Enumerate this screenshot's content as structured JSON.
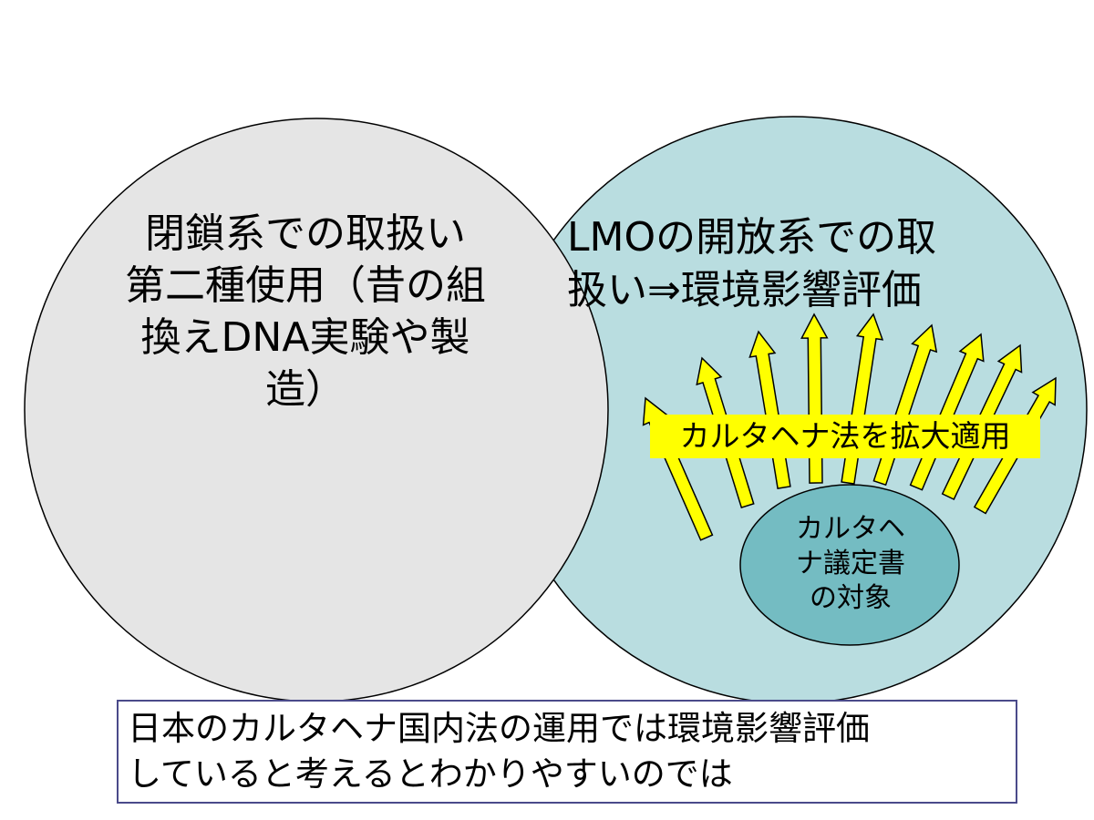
{
  "left_circle": {
    "lines": [
      "閉鎖系での取扱い",
      "第二種使用（昔の組",
      "換えDNA実験や製",
      "造）"
    ]
  },
  "right_circle": {
    "lines": [
      "LMOの開放系での取",
      "扱い⇒環境影響評価"
    ]
  },
  "arrow_label": "カルタヘナ法を拡大適用",
  "inner_ellipse": {
    "lines": [
      "カルタヘ",
      "ナ議定書",
      "の対象"
    ]
  },
  "note": {
    "lines": [
      "日本のカルタヘナ国内法の運用では環境影響評価",
      "していると考えるとわかりやすいのでは"
    ]
  },
  "colors": {
    "left_circle_fill": "#e5e5e5",
    "right_circle_fill": "#b9dde0",
    "inner_ellipse_fill": "#74bcc2",
    "arrow_fill": "#ffff00",
    "label_bg": "#ffff00",
    "note_border": "#4a4a8a"
  },
  "icons": [
    "arrow-up-icon"
  ]
}
